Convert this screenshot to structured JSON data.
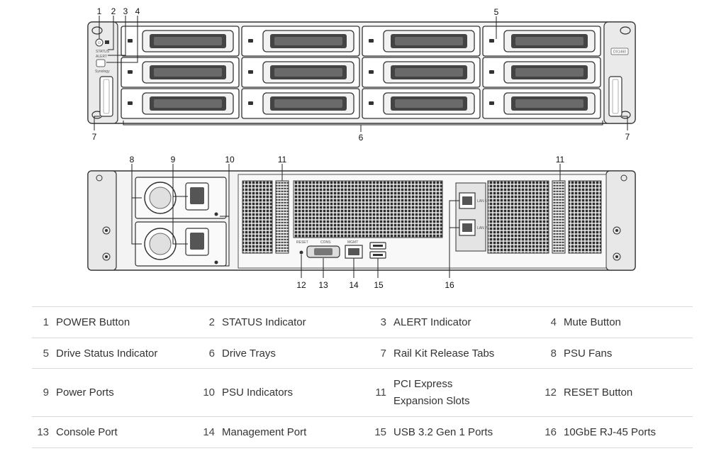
{
  "callouts": {
    "c1": "1",
    "c2": "2",
    "c3": "3",
    "c4": "4",
    "c5": "5",
    "c6": "6",
    "c7a": "7",
    "c7b": "7",
    "c8": "8",
    "c9": "9",
    "c10": "10",
    "c11a": "11",
    "c11b": "11",
    "c12": "12",
    "c13": "13",
    "c14": "14",
    "c15": "15",
    "c16": "16"
  },
  "panel_labels": {
    "model": "DX1460",
    "brand": "Synology",
    "status": "STATUS",
    "alert": "ALERT",
    "reset": "RESET",
    "console": "CONS",
    "mgmt": "MGMT",
    "lan1": "LAN 1",
    "lan2": "LAN 2"
  },
  "legend": {
    "rows": [
      [
        {
          "n": "1",
          "label": "POWER Button"
        },
        {
          "n": "2",
          "label": "STATUS Indicator"
        },
        {
          "n": "3",
          "label": "ALERT Indicator"
        },
        {
          "n": "4",
          "label": "Mute Button"
        }
      ],
      [
        {
          "n": "5",
          "label": "Drive Status Indicator"
        },
        {
          "n": "6",
          "label": "Drive Trays"
        },
        {
          "n": "7",
          "label": "Rail Kit Release Tabs"
        },
        {
          "n": "8",
          "label": "PSU Fans"
        }
      ],
      [
        {
          "n": "9",
          "label": "Power Ports"
        },
        {
          "n": "10",
          "label": "PSU Indicators"
        },
        {
          "n": "11",
          "label": "PCI Express\nExpansion Slots"
        },
        {
          "n": "12",
          "label": "RESET Button"
        }
      ],
      [
        {
          "n": "13",
          "label": "Console Port"
        },
        {
          "n": "14",
          "label": "Management Port"
        },
        {
          "n": "15",
          "label": "USB 3.2 Gen 1 Ports"
        },
        {
          "n": "16",
          "label": "10GbE RJ-45 Ports"
        }
      ]
    ]
  }
}
